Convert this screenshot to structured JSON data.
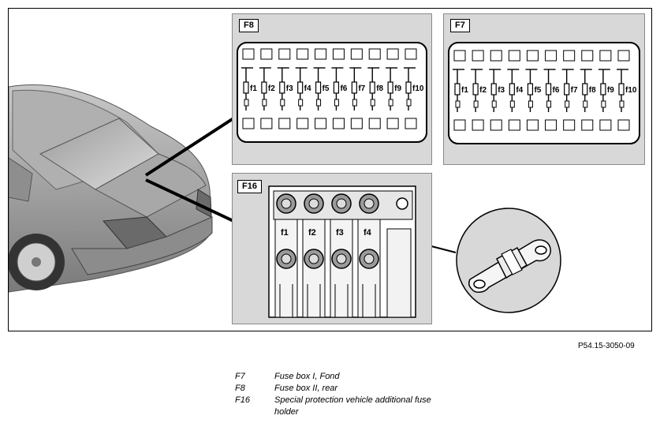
{
  "panels": {
    "f8": {
      "label": "F8",
      "fuses": [
        "f1",
        "f2",
        "f3",
        "f4",
        "f5",
        "f6",
        "f7",
        "f8",
        "f9",
        "f10"
      ]
    },
    "f7": {
      "label": "F7",
      "fuses": [
        "f1",
        "f2",
        "f3",
        "f4",
        "f5",
        "f6",
        "f7",
        "f8",
        "f9",
        "f10"
      ]
    },
    "f16": {
      "label": "F16",
      "fuses": [
        "f1",
        "f2",
        "f3",
        "f4"
      ]
    }
  },
  "reference_code": "P54.15-3050-09",
  "legend": [
    {
      "code": "F7",
      "desc": "Fuse box I, Fond"
    },
    {
      "code": "F8",
      "desc": "Fuse box II, rear"
    },
    {
      "code": "F16",
      "desc": "Special protection vehicle additional fuse holder"
    }
  ]
}
